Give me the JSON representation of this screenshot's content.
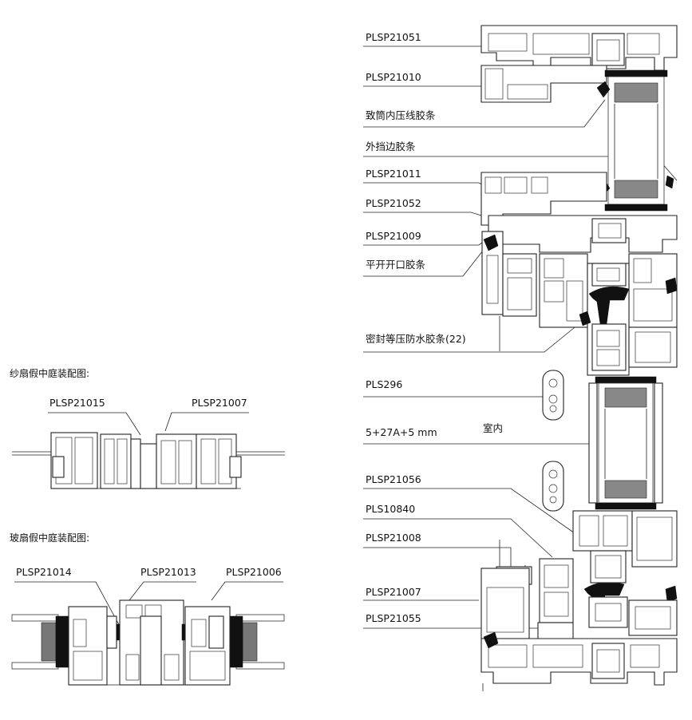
{
  "left_top": {
    "title": "纱扇假中庭装配图:",
    "labels": [
      "PLSP21015",
      "PLSP21007"
    ]
  },
  "left_bottom": {
    "title": "玻扇假中庭装配图:",
    "labels": [
      "PLSP21014",
      "PLSP21013",
      "PLSP21006"
    ]
  },
  "right": {
    "labels": [
      "PLSP21051",
      "PLSP21010",
      "致筒内压线胶条",
      "外挡边胶条",
      "PLSP21011",
      "PLSP21052",
      "PLSP21009",
      "平开开口胶条",
      "密封等压防水胶条(22)",
      "PLS296",
      "5+27A+5 mm",
      "PLSP21056",
      "PLS10840",
      "PLSP21008",
      "PLSP21007",
      "PLSP21055"
    ],
    "room_label": "室内"
  },
  "colors": {
    "line": "#222222",
    "fill": "#ffffff",
    "seal": "#111111"
  }
}
